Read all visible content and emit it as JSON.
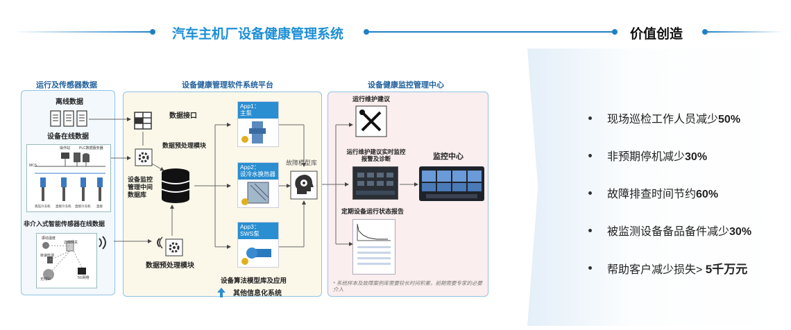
{
  "header": {
    "title": "汽车主机厂设备健康管理系统",
    "right_title": "价值创造"
  },
  "sections": {
    "left": "运行及传感器数据",
    "middle": "设备健康管理软件系统平台",
    "right": "设备健康监控管理中心"
  },
  "left_panel": {
    "offline": "离线数据",
    "online": "设备在线数据",
    "mini_labels": [
      "操作站",
      "PLC数据服务器",
      "MCS"
    ],
    "device_labels": [
      "液压冷冻机",
      "直接冷冻机",
      "直接冷冻机",
      "直接"
    ],
    "non_intrusive": "非介入式智能传感器在线数据",
    "sensor_labels": [
      "振动温度",
      "边缘网关",
      "转速检测",
      "无线SI",
      "5G网络"
    ]
  },
  "middle_panel": {
    "data_interface": "数据接口",
    "preprocess_top": "数据预处理模块",
    "db_label": "设备监控管理中间数据库",
    "preprocess_bottom": "数据预处理模块",
    "apps": [
      {
        "title": "App1：",
        "sub": "主泵"
      },
      {
        "title": "App2：",
        "sub": "设冷水换热器"
      },
      {
        "title": "App3：",
        "sub": "SWS泵"
      }
    ],
    "fault_lib": "故障模型库",
    "algo_label": "设备算法模型库及应用",
    "other_systems": "其他信息化系统"
  },
  "right_panel": {
    "maintenance_advice": "运行维护建议",
    "realtime": "运行维护建议实时监控报警及诊断",
    "monitor_center": "监控中心",
    "report": "定期设备运行状态报告",
    "footnote": "* 系统样本及故障案例库需要较长时间积累，前期需要专家的必要介入"
  },
  "benefits": [
    {
      "text": "现场巡检工作人员减少",
      "value": "50%"
    },
    {
      "text": "非预期停机减少",
      "value": "30%"
    },
    {
      "text": "故障排查时间节约",
      "value": "60%"
    },
    {
      "text": "被监测设备备品备件减少",
      "value": "30%"
    },
    {
      "text": "帮助客户减少损失> ",
      "value": "5千万元"
    }
  ],
  "colors": {
    "accent": "#1d8fd6",
    "panel_border": "#8ec2e6",
    "middle_bg": "#fbf8ea",
    "right_bg": "#fbeeee",
    "left_bg": "#f3f8fc",
    "app_blue": "#2a8ed0"
  }
}
